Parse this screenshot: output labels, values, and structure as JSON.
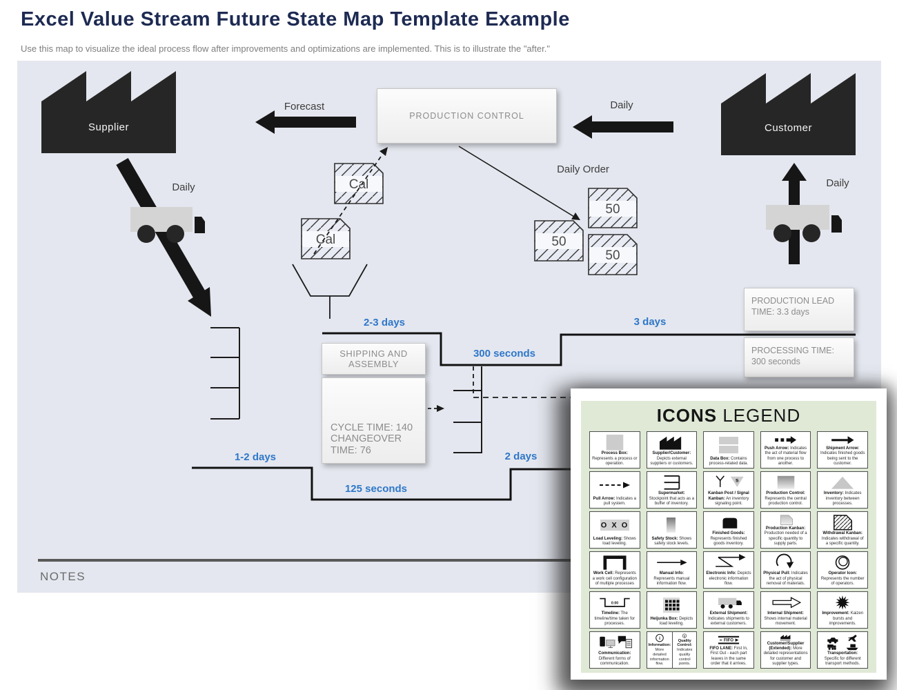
{
  "header": {
    "title": "Excel Value Stream Future State Map Template Example",
    "subtitle": "Use this map to visualize the ideal process flow after improvements and optimizations are implemented. This is to illustrate the \"after.\""
  },
  "map": {
    "supplier_label": "Supplier",
    "customer_label": "Customer",
    "production_control_label": "PRODUCTION CONTROL",
    "forecast_label": "Forecast",
    "daily_supplier_label": "Daily",
    "daily_top_label": "Daily",
    "daily_order_label": "Daily Order",
    "daily_customer_label": "Daily",
    "cards": {
      "cal1": "Cal",
      "cal2": "Cal",
      "k50a": "50",
      "k50b": "50",
      "k50c": "50"
    },
    "shipping_box_title": "SHIPPING AND ASSEMBLY",
    "shipping_box_details": "CYCLE TIME: 140\nCHANGEOVER\nTIME: 76",
    "timeline": {
      "t1": "2-3 days",
      "t2": "300 seconds",
      "t3": "3 days",
      "t4": "1-2 days",
      "t5": "125 seconds",
      "t6": "2 days"
    },
    "production_lead_time": "PRODUCTION LEAD\nTIME: 3.3 days",
    "processing_time": "PROCESSING TIME:\n300 seconds",
    "notes_label": "NOTES"
  },
  "legend": {
    "title_bold": "ICONS",
    "title_light": " LEGEND",
    "timeline_icon_text": "0:00",
    "fifo_icon_text": "FIFO",
    "kanban_post_icon_text": "s",
    "load_leveling_icon_text": "O X O",
    "info_icon_letter": "i",
    "quality_icon_letter": "Q",
    "items": [
      {
        "name": "Process Box:",
        "desc": "Represents a process or operation."
      },
      {
        "name": "Supplier/Customer:",
        "desc": "Depicts external suppliers or customers."
      },
      {
        "name": "Data Box:",
        "desc": "Contains process-related data."
      },
      {
        "name": "Push Arrow:",
        "desc": "Indicates the act of material flow from one process to another."
      },
      {
        "name": "Shipment Arrow:",
        "desc": "Indicates finished goods being sent to the customer."
      },
      {
        "name": "Pull Arrow:",
        "desc": "Indicates a pull system."
      },
      {
        "name": "Supermarket:",
        "desc": "Stockpoint that acts as a buffer of inventory."
      },
      {
        "name": "Kanban Post / Signal Kanban:",
        "desc": "An inventory signaling point."
      },
      {
        "name": "Production Control:",
        "desc": "Represents the central production control."
      },
      {
        "name": "Inventory:",
        "desc": "Indicates inventory between processes."
      },
      {
        "name": "Load Leveling:",
        "desc": "Shows load leveling."
      },
      {
        "name": "Safety Stock:",
        "desc": "Shows safety stock levels."
      },
      {
        "name": "Finished Goods:",
        "desc": "Represents finished goods inventory."
      },
      {
        "name": "Production Kanban:",
        "desc": "Production needed of a specific quantity to supply parts."
      },
      {
        "name": "Withdrawal Kanban:",
        "desc": "Indicates withdrawal of a specific quantity."
      },
      {
        "name": "Work Cell:",
        "desc": "Represents a work cell configuration of multiple processes"
      },
      {
        "name": "Manual Info:",
        "desc": "Represents manual information flow."
      },
      {
        "name": "Electronic Info:",
        "desc": "Depicts electronic information flow."
      },
      {
        "name": "Physical Pull:",
        "desc": "Indicates the act of physical removal of materials."
      },
      {
        "name": "Operator Icon:",
        "desc": "Represents the number of operators."
      },
      {
        "name": "Timeline:",
        "desc": "The timeline/time taken for processes."
      },
      {
        "name": "Heijunka Box:",
        "desc": "Depicts load leveling."
      },
      {
        "name": "External Shipment:",
        "desc": "Indicates shipments to external customers."
      },
      {
        "name": "Internal Shipment:",
        "desc": "Shows internal material movement."
      },
      {
        "name": "Improvement:",
        "desc": "Kaizen bursts and improvements."
      },
      {
        "name": "Communication:",
        "desc": "Different forms of communication."
      },
      {
        "name": "Information:",
        "desc": "More detailed information flow."
      },
      {
        "name": "Quality Control:",
        "desc": "Indicates quality control points."
      },
      {
        "name": "FIFO LANE:",
        "desc": "First In, First Out - each part leaves in the same order that it arrives."
      },
      {
        "name": "Customer/Supplier (Extended):",
        "desc": "More detailed representations for customer and supplier types."
      },
      {
        "name": "Transportation:",
        "desc": "Specific for different transport methods."
      }
    ]
  },
  "colors": {
    "map_bg": "#e4e7ef",
    "legend_bg": "#dfe9d6",
    "accent_blue": "#2e77c9",
    "title_navy": "#1d2a52",
    "shape_black": "#1f1f1f"
  }
}
